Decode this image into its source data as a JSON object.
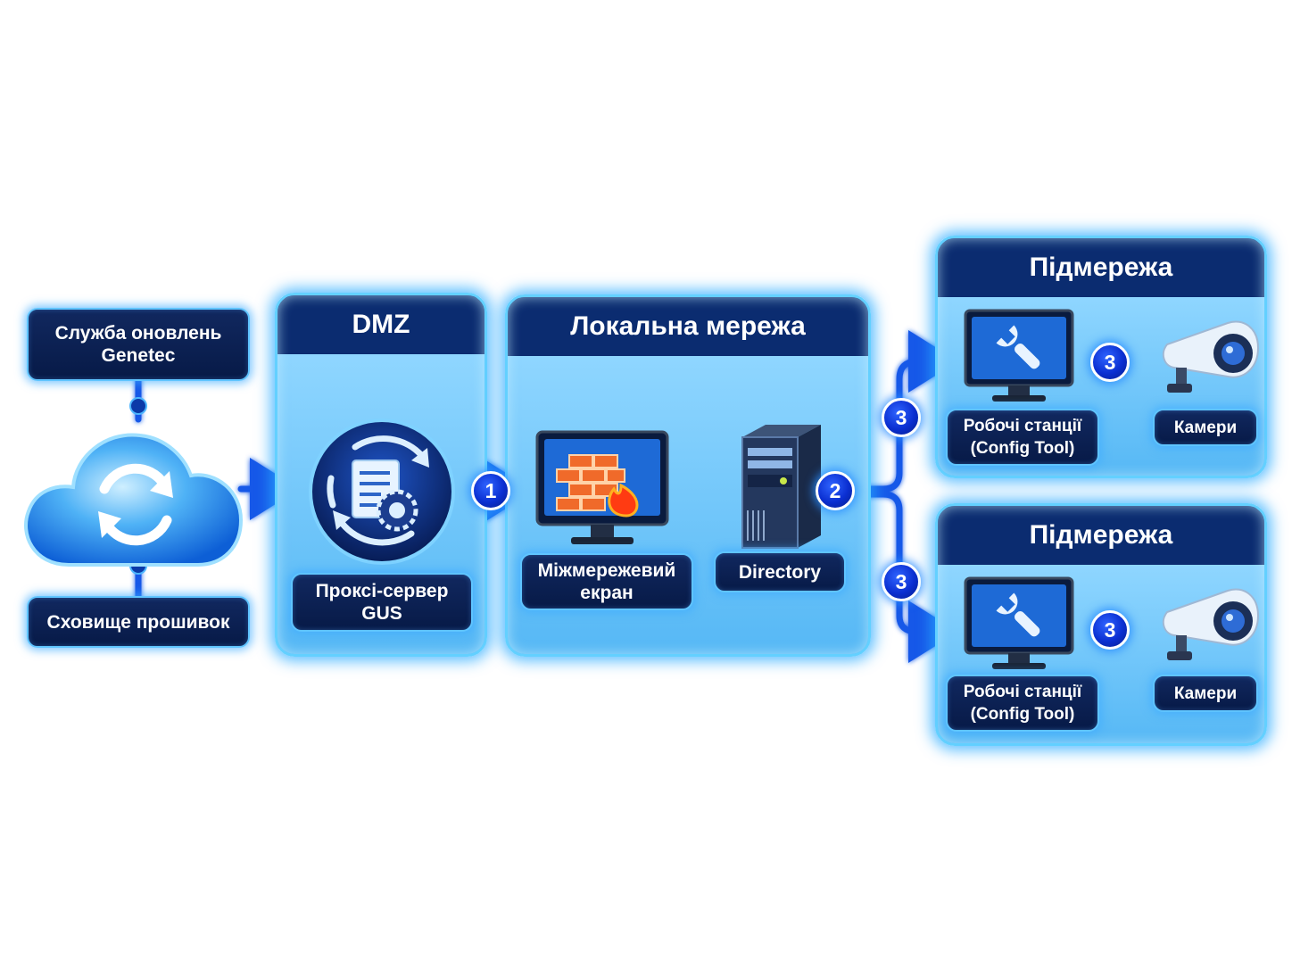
{
  "left": {
    "update_service": "Служба оновлень\nGenetec",
    "firmware_vault": "Сховище прошивок"
  },
  "dmz": {
    "title": "DMZ",
    "proxy_label": "Проксі-сервер\nGUS"
  },
  "lan": {
    "title": "Локальна мережа",
    "firewall_label": "Міжмережевий\nекран",
    "directory_label": "Directory"
  },
  "subnets": [
    {
      "title": "Підмережа",
      "workstations": "Робочі станції\n(Config Tool)",
      "cameras": "Камери"
    },
    {
      "title": "Підмережа",
      "workstations": "Робочі станції\n(Config Tool)",
      "cameras": "Камери"
    }
  ],
  "steps": {
    "one": "1",
    "two": "2",
    "three": "3"
  },
  "icons": {
    "cloud": "cloud-sync-icon",
    "proxy": "proxy-gear-document-icon",
    "firewall": "firewall-monitor-icon",
    "server": "server-tower-icon",
    "workstation": "wrench-monitor-icon",
    "camera": "security-camera-icon"
  },
  "colors": {
    "panel_header": "#0b2c70",
    "panel_body": "#8fd6ff",
    "glow": "#63d0ff",
    "badge": "#0b2fd1",
    "arrow": "#1458e8"
  }
}
